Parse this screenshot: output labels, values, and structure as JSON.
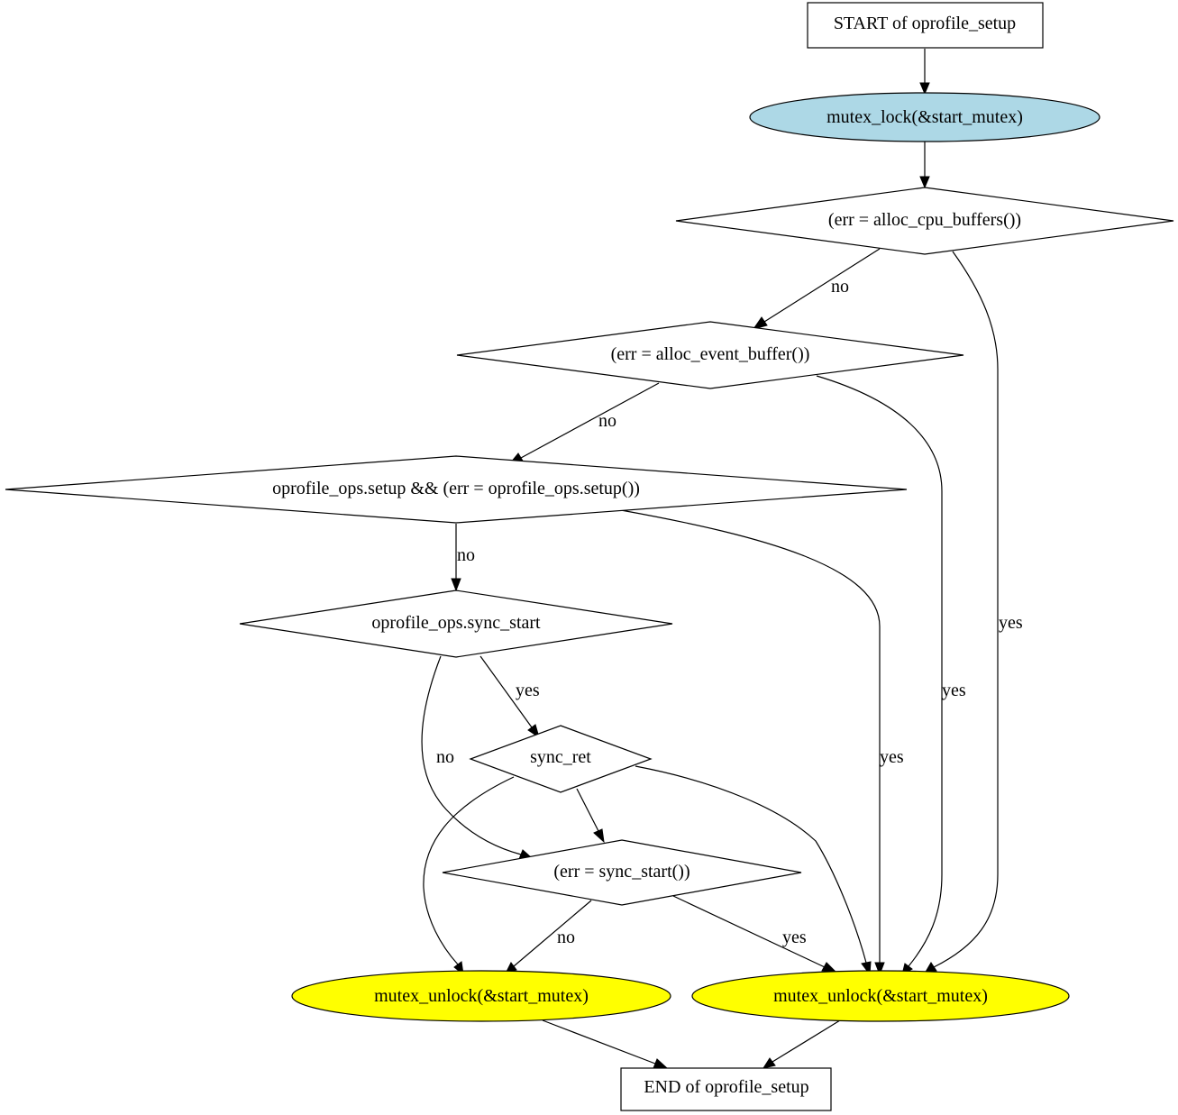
{
  "nodes": {
    "start": {
      "label": "START of oprofile_setup",
      "shape": "box",
      "fill": "#ffffff"
    },
    "lock": {
      "label": "mutex_lock(&start_mutex)",
      "shape": "ellipse",
      "fill": "#add8e6"
    },
    "cpu_buffers": {
      "label": "(err = alloc_cpu_buffers())",
      "shape": "diamond",
      "fill": "#ffffff"
    },
    "event_buffer": {
      "label": "(err = alloc_event_buffer())",
      "shape": "diamond",
      "fill": "#ffffff"
    },
    "ops_setup": {
      "label": "oprofile_ops.setup && (err = oprofile_ops.setup())",
      "shape": "diamond",
      "fill": "#ffffff"
    },
    "sync_start_check": {
      "label": "oprofile_ops.sync_start",
      "shape": "diamond",
      "fill": "#ffffff"
    },
    "sync_ret": {
      "label": "sync_ret",
      "shape": "diamond",
      "fill": "#ffffff"
    },
    "err_sync": {
      "label": "(err = sync_start())",
      "shape": "diamond",
      "fill": "#ffffff"
    },
    "unlock_left": {
      "label": "mutex_unlock(&start_mutex)",
      "shape": "ellipse",
      "fill": "#ffff00"
    },
    "unlock_right": {
      "label": "mutex_unlock(&start_mutex)",
      "shape": "ellipse",
      "fill": "#ffff00"
    },
    "end": {
      "label": "END of oprofile_setup",
      "shape": "box",
      "fill": "#ffffff"
    }
  },
  "edges": [
    {
      "id": "start-lock",
      "from": "start",
      "to": "lock",
      "label": ""
    },
    {
      "id": "lock-cpu",
      "from": "lock",
      "to": "cpu_buffers",
      "label": ""
    },
    {
      "id": "cpu-event",
      "from": "cpu_buffers",
      "to": "event_buffer",
      "label": "no"
    },
    {
      "id": "cpu-unlockR",
      "from": "cpu_buffers",
      "to": "unlock_right",
      "label": "yes"
    },
    {
      "id": "event-ops",
      "from": "event_buffer",
      "to": "ops_setup",
      "label": "no"
    },
    {
      "id": "event-unlockR",
      "from": "event_buffer",
      "to": "unlock_right",
      "label": "yes"
    },
    {
      "id": "ops-sync",
      "from": "ops_setup",
      "to": "sync_start_check",
      "label": "no"
    },
    {
      "id": "ops-unlockR",
      "from": "ops_setup",
      "to": "unlock_right",
      "label": "yes"
    },
    {
      "id": "sync-syncret",
      "from": "sync_start_check",
      "to": "sync_ret",
      "label": "yes"
    },
    {
      "id": "sync-errsync",
      "from": "sync_start_check",
      "to": "err_sync",
      "label": "no"
    },
    {
      "id": "syncret-errsync",
      "from": "sync_ret",
      "to": "err_sync",
      "label": ""
    },
    {
      "id": "syncret-unlockL",
      "from": "sync_ret",
      "to": "unlock_left",
      "label": ""
    },
    {
      "id": "syncret-unlockR",
      "from": "sync_ret",
      "to": "unlock_right",
      "label": ""
    },
    {
      "id": "errsync-unlockL",
      "from": "err_sync",
      "to": "unlock_left",
      "label": "no"
    },
    {
      "id": "errsync-unlockR",
      "from": "err_sync",
      "to": "unlock_right",
      "label": "yes"
    },
    {
      "id": "unlockL-end",
      "from": "unlock_left",
      "to": "end",
      "label": ""
    },
    {
      "id": "unlockR-end",
      "from": "unlock_right",
      "to": "end",
      "label": ""
    }
  ]
}
